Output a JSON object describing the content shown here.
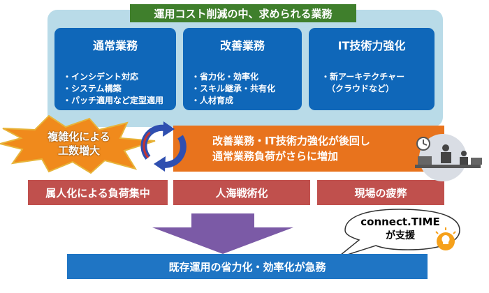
{
  "header": {
    "title": "運用コスト削減の中、求められる業務"
  },
  "cards": [
    {
      "title": "通常業務",
      "items": [
        "・インシデント対応",
        "・システム構築",
        "・パッチ適用など定型適用"
      ]
    },
    {
      "title": "改善業務",
      "items": [
        "・省力化・効率化",
        "・スキル継承・共有化",
        "・人材育成"
      ]
    },
    {
      "title": "IT技術力強化",
      "items": [
        "・新アーキテクチャー",
        "（クラウドなど）"
      ]
    }
  ],
  "burst": {
    "line1": "複雑化による",
    "line2": "工数増大"
  },
  "orange": {
    "line1": "改善業務・IT技術力強化が後回し",
    "line2": "通常業務負荷がさらに増加"
  },
  "problems": [
    "属人化による負荷集中",
    "人海戦術化",
    "現場の疲弊"
  ],
  "bubble": {
    "line1": "connect.TIME",
    "line2": "が支援"
  },
  "result": "既存運用の省力化・効率化が急務",
  "colors": {
    "panel": "#b9dbe8",
    "card": "#0f67b9",
    "tag": "#3f7f2c",
    "orange": "#e8731d",
    "red": "#c0504d",
    "arrow": "#7b5aa6",
    "bar": "#1f75c4",
    "burst": "#f08a1c"
  }
}
